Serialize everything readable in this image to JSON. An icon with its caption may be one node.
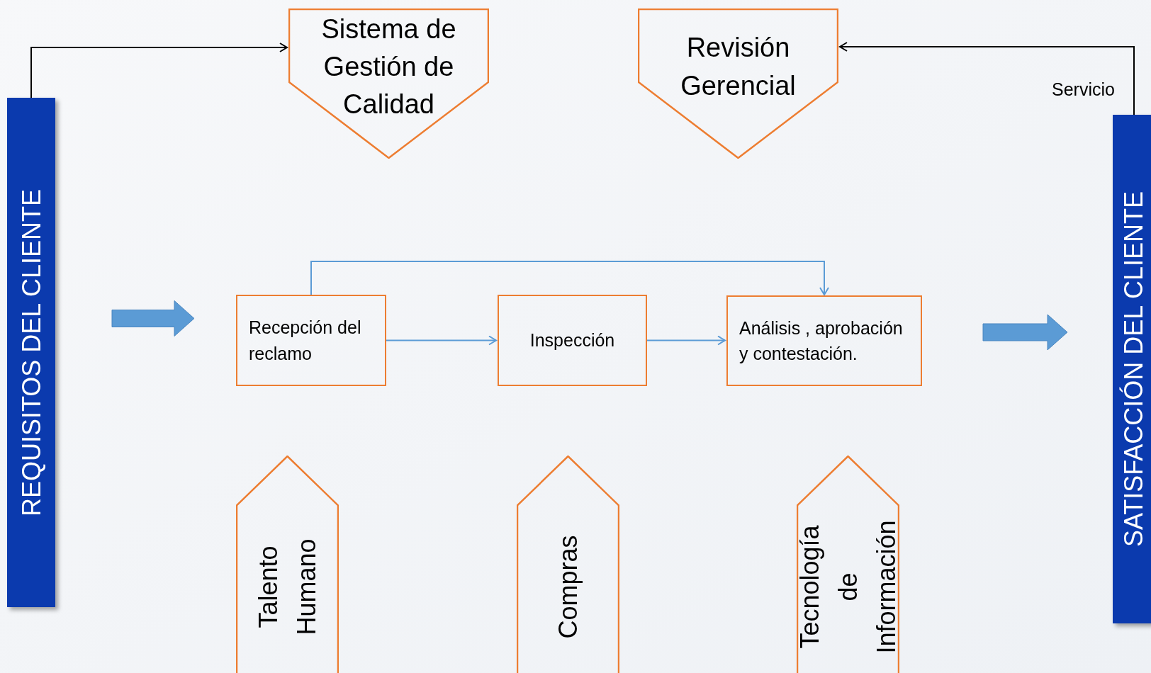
{
  "diagram": {
    "nodes": [
      {
        "text": [
          "REQUISITOS DEL CLIENTE"
        ]
      },
      {
        "text": [
          "Sistema de Gestión de Calidad"
        ]
      },
      {
        "text": [
          "Revisión Gerencial"
        ]
      },
      {
        "text": [
          "SATISFACCIÓN DEL CLIENTE"
        ]
      },
      {
        "text": [
          "Recepción del reclamo"
        ]
      },
      {
        "text": [
          "Inspección"
        ]
      },
      {
        "text": [
          "Análisis , aprobación y contestación."
        ]
      },
      {
        "text": [
          "Talento Humano"
        ]
      },
      {
        "text": [
          "Compras"
        ]
      },
      {
        "text": [
          "Tecnología de Información"
        ]
      }
    ],
    "edges": [
      {
        "from": 0,
        "to": 1,
        "arrow": "to",
        "color": "#000000"
      },
      {
        "from": 3,
        "to": 2,
        "arrow": "to",
        "label": "Servicio",
        "color": "#000000"
      },
      {
        "from": 4,
        "to": 5,
        "arrow": "to"
      },
      {
        "from": 5,
        "to": 6,
        "arrow": "to"
      },
      {
        "from": 4,
        "to": 6,
        "arrow": "to"
      },
      {
        "from": 0,
        "to": 4,
        "arrow": "to",
        "style": "thick"
      },
      {
        "from": 6,
        "to": 3,
        "arrow": "to",
        "style": "thick"
      }
    ]
  }
}
